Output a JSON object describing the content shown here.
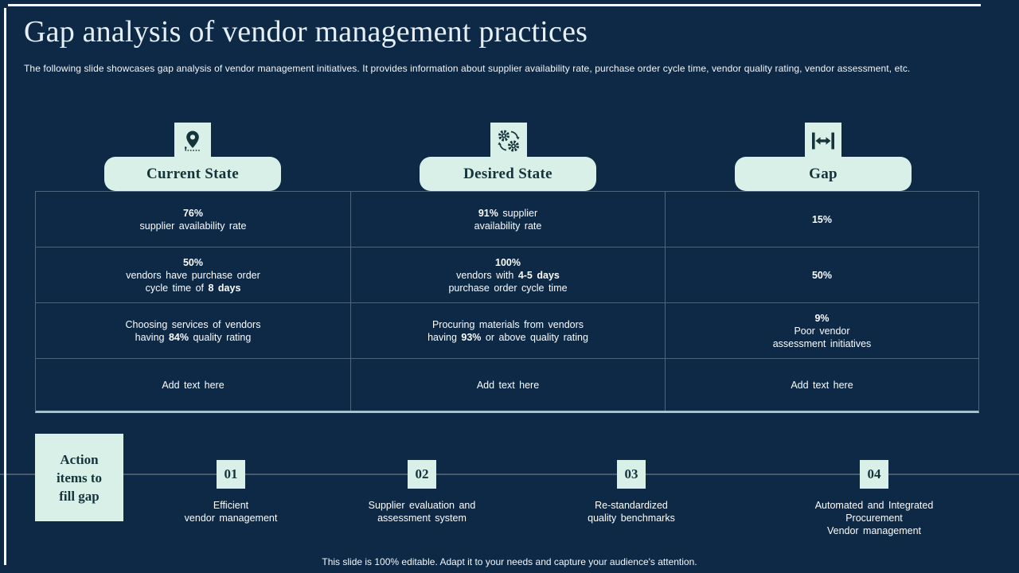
{
  "title": "Gap analysis of vendor management practices",
  "subtitle": "The following slide showcases gap analysis of vendor management initiatives. It provides information about supplier availability rate, purchase order cycle time, vendor quality rating, vendor assessment, etc.",
  "colors": {
    "background": "#0d2946",
    "accent_mint": "#d8f0e7",
    "dark_text": "#14333b",
    "table_border": "#4e647c",
    "table_bottom_edge": "#a6bfd1",
    "timeline_line": "#4a5a6a",
    "title_text": "#e7eff6",
    "body_text": "#ffffff"
  },
  "columns": [
    {
      "header": "Current State",
      "icon": "location-pin-icon"
    },
    {
      "header": "Desired State",
      "icon": "gears-sync-icon"
    },
    {
      "header": "Gap",
      "icon": "gap-width-icon"
    }
  ],
  "table": {
    "rows": [
      {
        "placeholder": false,
        "cells": [
          {
            "lines": [
              [
                {
                  "text": "76%",
                  "bold": true
                }
              ],
              [
                {
                  "text": "supplier availability rate"
                }
              ]
            ]
          },
          {
            "lines": [
              [
                {
                  "text": "91%",
                  "bold": true
                },
                {
                  "text": " supplier"
                }
              ],
              [
                {
                  "text": "availability rate"
                }
              ]
            ]
          },
          {
            "lines": [
              [
                {
                  "text": "15%",
                  "bold": true
                }
              ]
            ]
          }
        ]
      },
      {
        "placeholder": false,
        "cells": [
          {
            "lines": [
              [
                {
                  "text": "50%",
                  "bold": true
                }
              ],
              [
                {
                  "text": "vendors have purchase order"
                }
              ],
              [
                {
                  "text": "cycle time of "
                },
                {
                  "text": "8 days",
                  "bold": true
                }
              ]
            ]
          },
          {
            "lines": [
              [
                {
                  "text": "100%",
                  "bold": true
                }
              ],
              [
                {
                  "text": "vendors with "
                },
                {
                  "text": "4-5 days",
                  "bold": true
                }
              ],
              [
                {
                  "text": "purchase order cycle time"
                }
              ]
            ]
          },
          {
            "lines": [
              [
                {
                  "text": "50%",
                  "bold": true
                }
              ]
            ]
          }
        ]
      },
      {
        "placeholder": false,
        "cells": [
          {
            "lines": [
              [
                {
                  "text": "Choosing services of vendors"
                }
              ],
              [
                {
                  "text": "having "
                },
                {
                  "text": "84%",
                  "bold": true
                },
                {
                  "text": " quality rating"
                }
              ]
            ]
          },
          {
            "lines": [
              [
                {
                  "text": "Procuring materials from vendors"
                }
              ],
              [
                {
                  "text": "having "
                },
                {
                  "text": "93%",
                  "bold": true
                },
                {
                  "text": " or above quality rating"
                }
              ]
            ]
          },
          {
            "lines": [
              [
                {
                  "text": "9%",
                  "bold": true
                }
              ],
              [
                {
                  "text": "Poor vendor"
                }
              ],
              [
                {
                  "text": "assessment initiatives"
                }
              ]
            ]
          }
        ]
      },
      {
        "placeholder": true,
        "cells": [
          {
            "lines": [
              [
                {
                  "text": "Add text here"
                }
              ]
            ]
          },
          {
            "lines": [
              [
                {
                  "text": "Add text here"
                }
              ]
            ]
          },
          {
            "lines": [
              [
                {
                  "text": "Add text here"
                }
              ]
            ]
          }
        ]
      }
    ]
  },
  "action_box": {
    "lines": [
      "Action",
      "items to",
      "fill gap"
    ]
  },
  "timeline": {
    "items": [
      {
        "number": "01",
        "lines": [
          "Efficient",
          "vendor management"
        ]
      },
      {
        "number": "02",
        "lines": [
          "Supplier evaluation and",
          "assessment system"
        ]
      },
      {
        "number": "03",
        "lines": [
          "Re-standardized",
          "quality benchmarks"
        ]
      },
      {
        "number": "04",
        "lines": [
          "Automated and Integrated",
          "Procurement",
          "Vendor management"
        ]
      }
    ]
  },
  "footer": "This slide is 100% editable. Adapt it to your needs and capture your audience's attention."
}
